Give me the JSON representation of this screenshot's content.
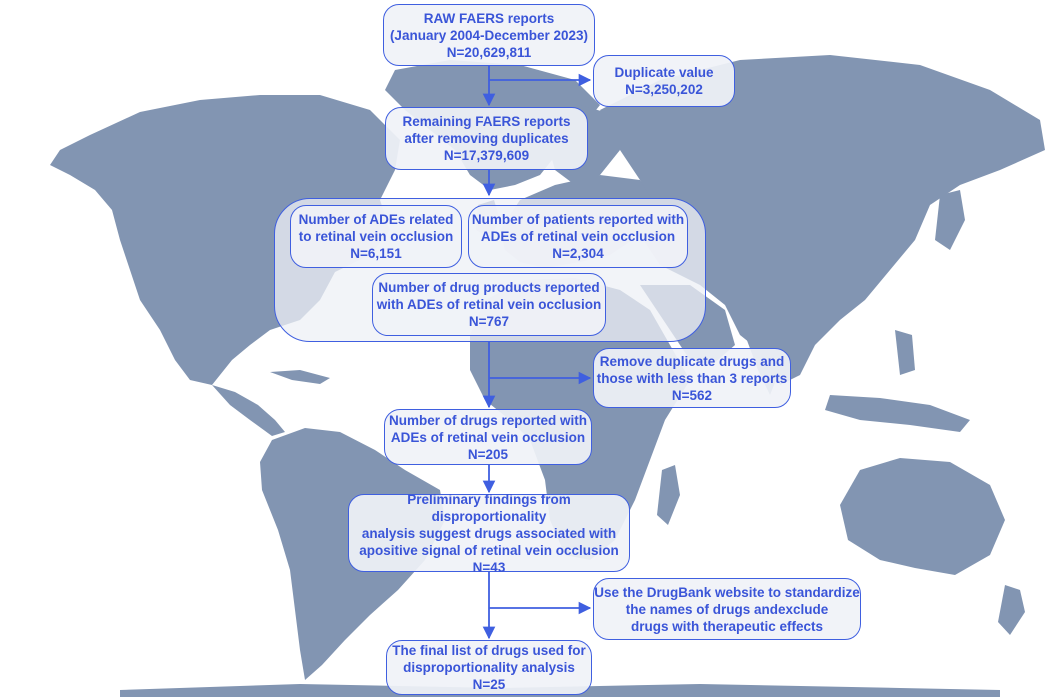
{
  "boxes": {
    "raw": "RAW FAERS reports\n(January 2004-December 2023)\nN=20,629,811",
    "duplicate": "Duplicate value\nN=3,250,202",
    "remaining": "Remaining FAERS reports\nafter removing duplicates\nN=17,379,609",
    "ades": "Number of ADEs related\nto retinal vein occlusion\nN=6,151",
    "patients": "Number of patients reported with\nADEs of retinal vein occlusion\nN=2,304",
    "products": "Number of drug products reported\nwith ADEs of retinal vein occlusion\nN=767",
    "remove_dup": "Remove duplicate drugs and\nthose with less than 3 reports\nN=562",
    "drugs": "Number of drugs reported with\nADEs of retinal vein occlusion\nN=205",
    "preliminary": "Preliminary findings from disproportionality\nanalysis suggest drugs associated with\napositive signal of retinal vein occlusion\nN=43",
    "drugbank": "Use the DrugBank website to  standardize\nthe names of drugs andexclude\ndrugs  with therapeutic effects",
    "final": "The final list of drugs used for\ndisproportionality analysis\nN=25"
  },
  "colors": {
    "border": "#3f5fe0",
    "text": "#3a55d8",
    "map": "#8295b2",
    "box_fill": "#f0f2f7"
  }
}
